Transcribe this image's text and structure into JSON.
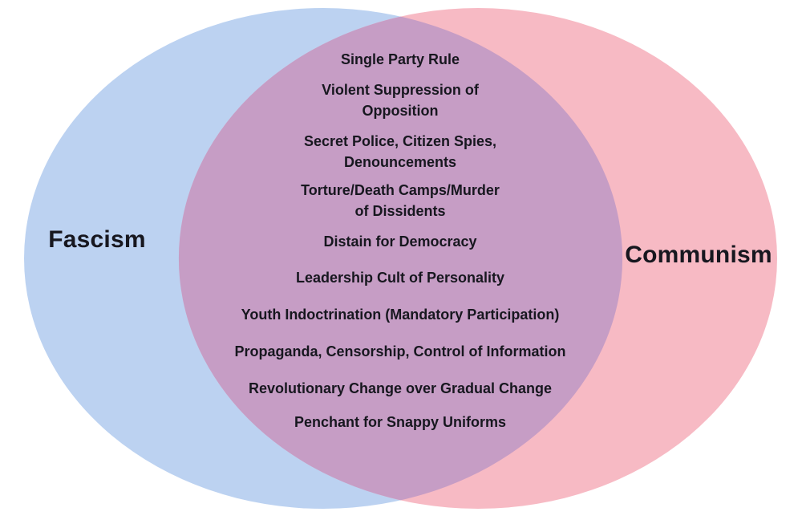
{
  "diagram": {
    "type": "venn-diagram",
    "background": "#ffffff",
    "text_color": "#17171f",
    "left_set": {
      "label": "Fascism",
      "color": "#BCD2F1"
    },
    "right_set": {
      "label": "Communism",
      "color": "#F7BAC4"
    },
    "overlap": {
      "color": "#C69DC5",
      "items": [
        {
          "lines": [
            "Single Party Rule"
          ]
        },
        {
          "lines": [
            "Violent Suppression of",
            "Opposition"
          ]
        },
        {
          "lines": [
            "Secret Police, Citizen Spies,",
            "Denouncements"
          ]
        },
        {
          "lines": [
            "Torture/Death Camps/Murder",
            "of Dissidents"
          ]
        },
        {
          "lines": [
            "Distain for Democracy"
          ]
        },
        {
          "lines": [
            "Leadership Cult of Personality"
          ]
        },
        {
          "lines": [
            "Youth Indoctrination (Mandatory Participation)"
          ]
        },
        {
          "lines": [
            "Propaganda, Censorship, Control of Information"
          ]
        },
        {
          "lines": [
            "Revolutionary Change over Gradual Change"
          ]
        },
        {
          "lines": [
            "Penchant for Snappy Uniforms"
          ]
        }
      ]
    }
  }
}
